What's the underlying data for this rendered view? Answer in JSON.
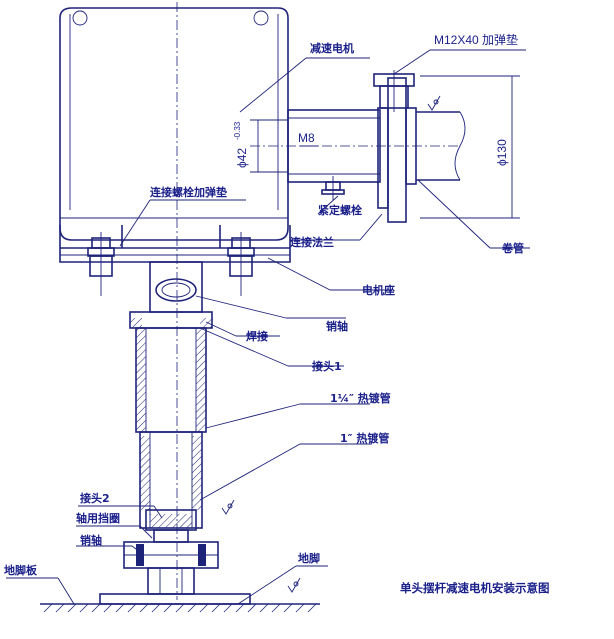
{
  "title": "单头摆杆减速电机安装示意图",
  "labels": {
    "gear_motor": "减速电机",
    "bolt_washer_top": "M12X40 加弹垫",
    "connect_bolt_washer": "连接螺栓加弹垫",
    "dia42": "ϕ42",
    "dia42_tol": "-0.33",
    "m8": "M8",
    "set_screw": "紧定螺栓",
    "connect_flange": "连接法兰",
    "dia130": "ϕ130",
    "roll_tube": "卷管",
    "motor_base": "电机座",
    "pin_shaft_top": "销轴",
    "weld": "焊接",
    "joint1": "接头1",
    "galv_pipe_big": "1¼″ 热镀管",
    "galv_pipe_small": "1″ 热镀管",
    "joint2": "接头2",
    "shaft_retainer": "轴用挡圈",
    "pin_shaft_bottom": "销轴",
    "anchor": "地脚",
    "anchor_plate": "地脚板"
  },
  "colors": {
    "ink": "#1e237a",
    "text": "#1a1f8a",
    "paper": "#ffffff"
  }
}
